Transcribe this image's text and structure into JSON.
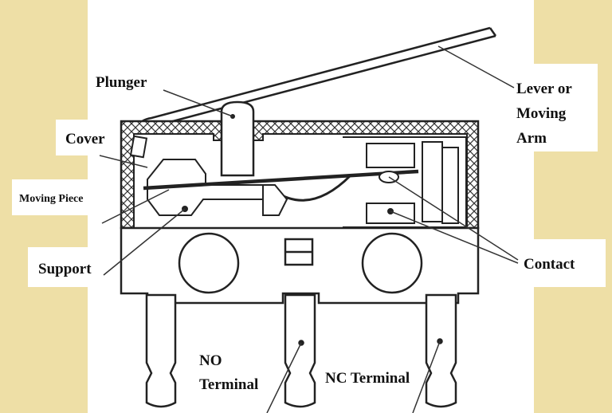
{
  "diagram": {
    "background_color": "#eedfa6",
    "labels": {
      "plunger": "Plunger",
      "lever_line1": "Lever or",
      "lever_line2": "Moving",
      "lever_line3": "Arm",
      "cover": "Cover",
      "moving_piece": "Moving Piece",
      "support": "Support",
      "contact": "Contact",
      "no_terminal_line1": "NO",
      "no_terminal_line2": "Terminal",
      "nc_terminal": "NC Terminal"
    }
  }
}
